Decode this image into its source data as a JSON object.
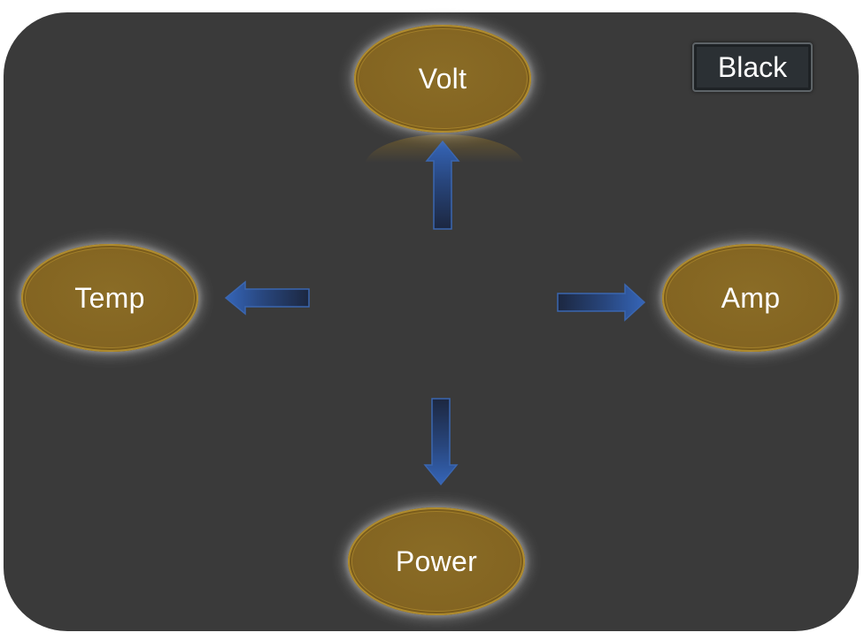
{
  "nodes": {
    "volt": {
      "label": "Volt"
    },
    "temp": {
      "label": "Temp"
    },
    "amp": {
      "label": "Amp"
    },
    "power": {
      "label": "Power"
    }
  },
  "theme_button": {
    "label": "Black"
  },
  "colors": {
    "background_panel": "#3a3a3a",
    "node_fill": "#836421",
    "node_border": "#b08c2e",
    "arrow_fill": "#2f5aa8",
    "arrow_dark": "#1c2b4a",
    "text": "#ffffff"
  }
}
